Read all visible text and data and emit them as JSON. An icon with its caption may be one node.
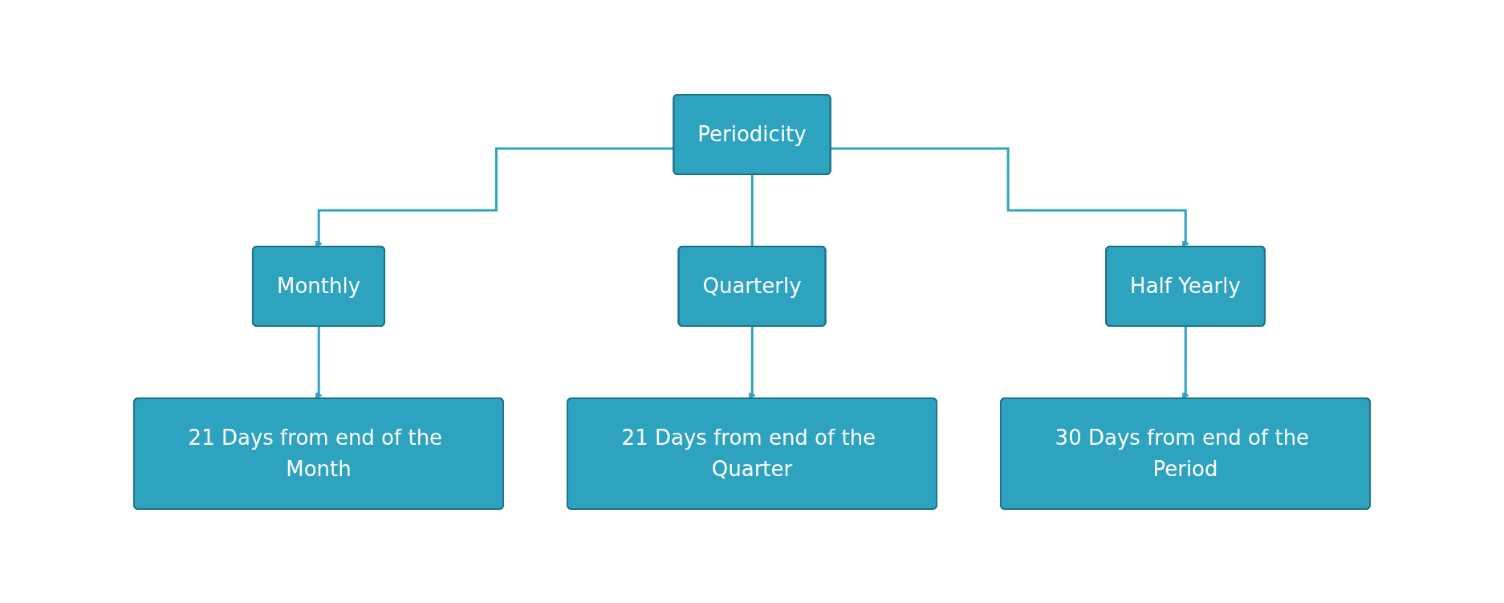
{
  "diagram": {
    "nodes": [
      {
        "text": [
          "Periodicity"
        ]
      },
      {
        "text": [
          "Monthly"
        ]
      },
      {
        "text": [
          "Quarterly"
        ]
      },
      {
        "text": [
          "Half Yearly"
        ]
      },
      {
        "text": [
          "21 Days from end of the Month"
        ]
      },
      {
        "text": [
          "21 Days from end of the Quarter"
        ]
      },
      {
        "text": [
          "30 Days from end of the Period"
        ]
      }
    ],
    "edges": [
      {
        "from": 0,
        "to": 1,
        "arrow": "to"
      },
      {
        "from": 0,
        "to": 2,
        "arrow": "none"
      },
      {
        "from": 0,
        "to": 3,
        "arrow": "to"
      },
      {
        "from": 1,
        "to": 4,
        "arrow": "to"
      },
      {
        "from": 2,
        "to": 5,
        "arrow": "to"
      },
      {
        "from": 3,
        "to": 6,
        "arrow": "to"
      }
    ]
  }
}
